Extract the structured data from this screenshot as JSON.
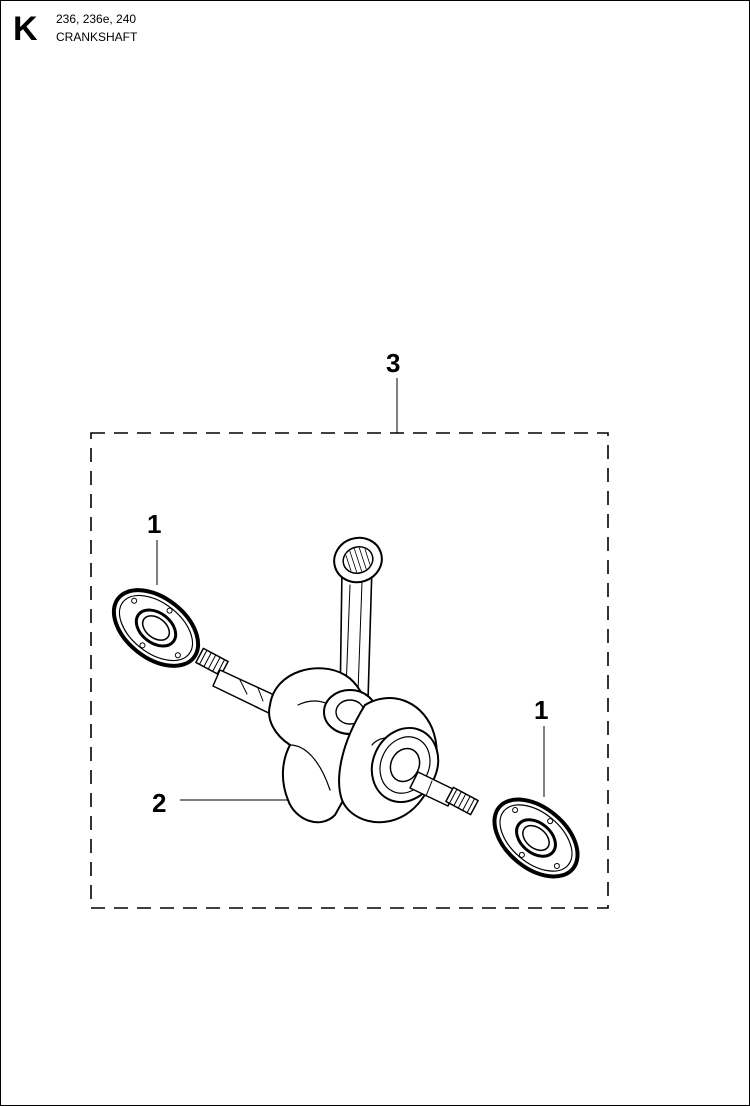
{
  "header": {
    "section_letter": "K",
    "models": "236, 236e, 240",
    "title": "CRANKSHAFT"
  },
  "callouts": {
    "kit": "3",
    "seal_left": "1",
    "seal_right": "1",
    "crankshaft": "2"
  },
  "colors": {
    "line": "#000000",
    "background": "#ffffff"
  }
}
